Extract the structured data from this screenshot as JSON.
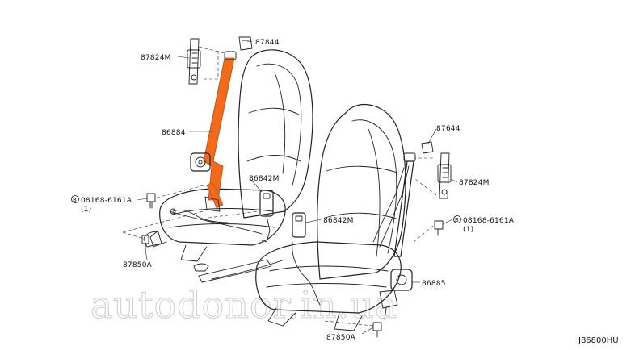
{
  "diagram": {
    "reference_code": "J86800HU",
    "watermark": "autodonor.in.ua",
    "colors": {
      "highlight": "#f26b1d",
      "line": "#222222",
      "watermark": "#cfcfcf"
    },
    "labels": {
      "p87844": "87844",
      "p87824m_left": "87824M",
      "p86884": "86884",
      "p86842m_center": "86842M",
      "p08168_left": "08168-6161A",
      "p08168_left_qty": "(1)",
      "p87850a_left": "87850A",
      "p87644": "87644",
      "p87824m_right": "87824M",
      "p86842m_right": "86842M",
      "p08168_right": "08168-6161A",
      "p08168_right_qty": "(1)",
      "p86885": "86885",
      "p87850a_bottom": "87850A"
    }
  }
}
